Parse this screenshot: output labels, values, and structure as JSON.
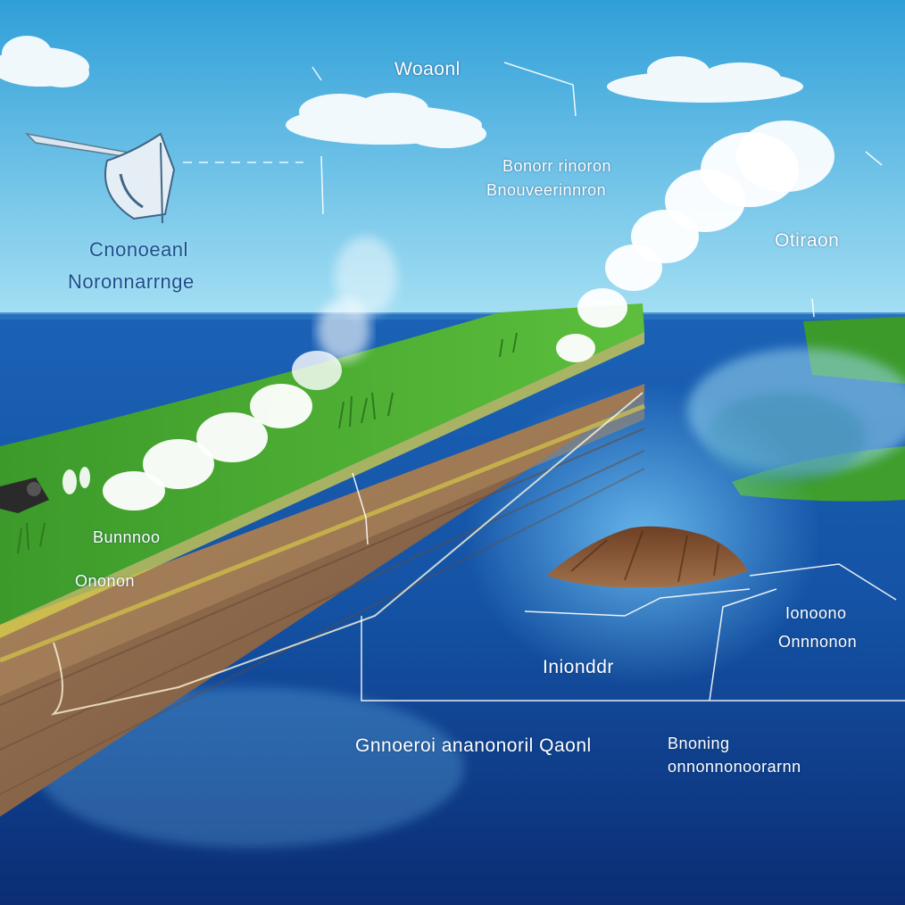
{
  "labels": {
    "top_center": "Woaonl",
    "sky_right_line1": "Bonorr rinoron",
    "sky_right_line2": "Bnouveerinnron",
    "far_right": "Otiraon",
    "left_line1": "Cnonoeanl",
    "left_line2": "Noronnarrnge",
    "land_left": "Bunnnoo",
    "land_edge": "Ononon",
    "mid_water": "Inionddr",
    "right_line1": "Ionoono",
    "right_line2": "Onnnonon",
    "bottom_left": "Gnnoeroi ananonoril Qaonl",
    "bottom_right_line1": "Bnoning",
    "bottom_right_line2": "onnonnonoorarnn"
  },
  "colors": {
    "sky_top": "#2f9fd8",
    "sky_bottom": "#9fdcf2",
    "ocean": "#1556a8",
    "deep_ocean": "#0b2f78",
    "grass": "#46a832",
    "soil": "#8f6a4c",
    "steam": "#ffffff"
  }
}
